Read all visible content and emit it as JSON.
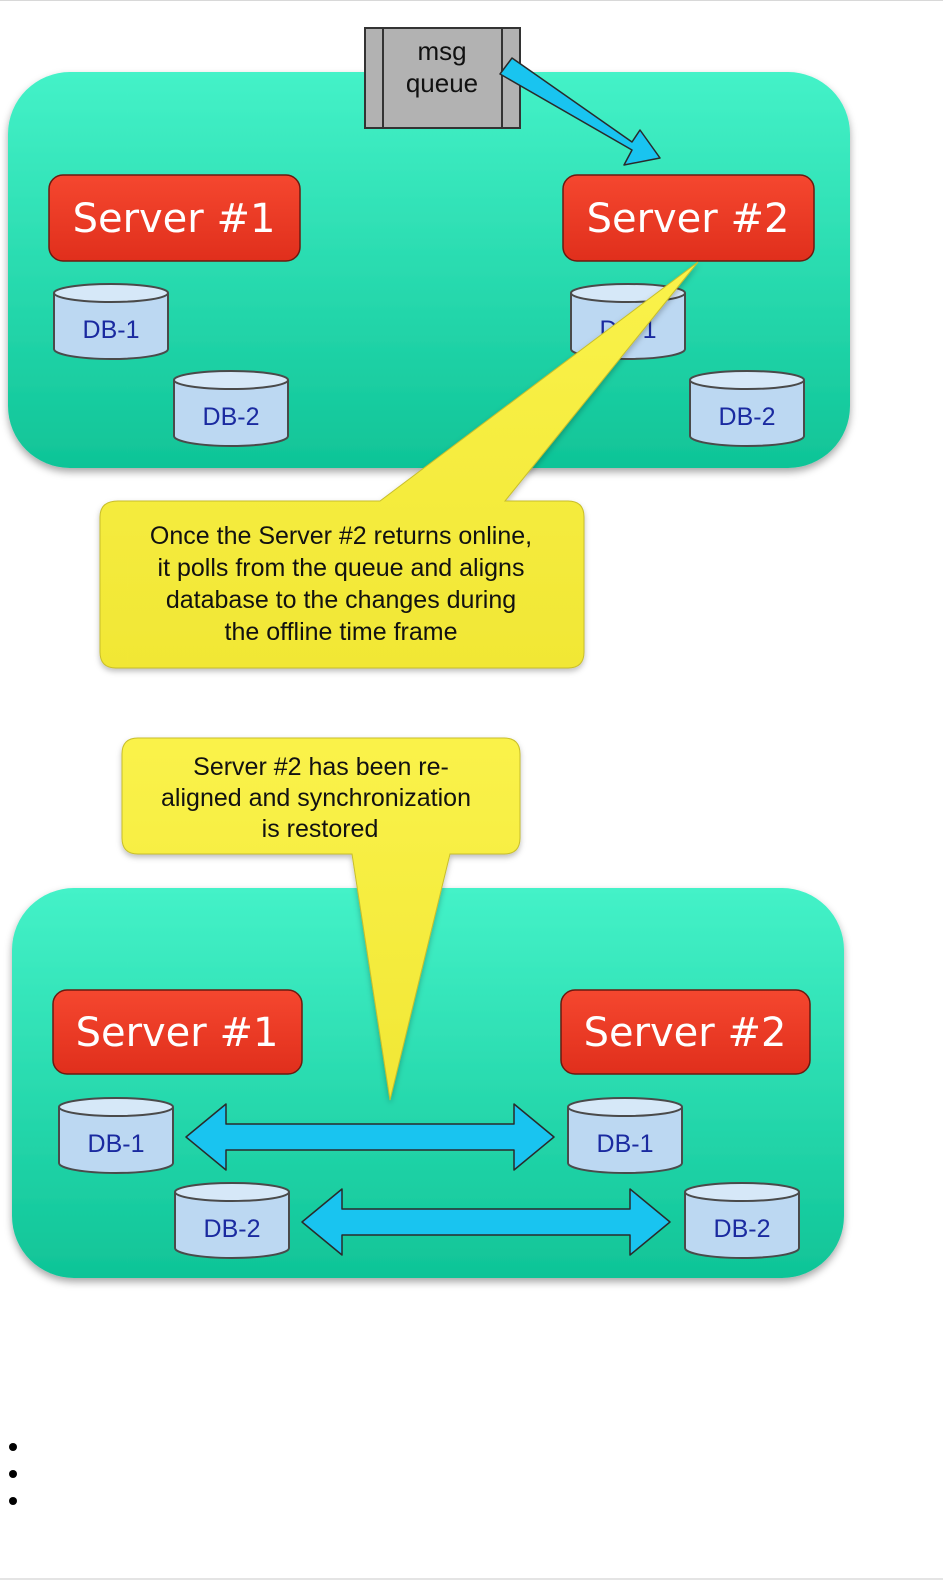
{
  "queue": {
    "line1": "msg",
    "line2": "queue"
  },
  "top_panel": {
    "server1": "Server #1",
    "server2": "Server #2",
    "server1_dbs": [
      "DB-1",
      "DB-2"
    ],
    "server2_dbs": [
      "DB-1",
      "DB-2"
    ]
  },
  "callout_top": {
    "lines": [
      "Once the Server #2 returns online,",
      "it polls from the queue and aligns",
      "database to the changes during",
      "the offline time frame"
    ]
  },
  "callout_bottom": {
    "lines": [
      "Server #2 has been re-",
      "aligned and synchronization",
      "is restored"
    ]
  },
  "bottom_panel": {
    "server1": "Server #1",
    "server2": "Server #2",
    "server1_dbs": [
      "DB-1",
      "DB-2"
    ],
    "server2_dbs": [
      "DB-1",
      "DB-2"
    ]
  },
  "bullets": [
    "",
    "",
    ""
  ],
  "colors": {
    "panel_top": "#3ff0c4",
    "panel_bottom": "#10c99a",
    "server": "#f03a25",
    "db": "#bcd8f2",
    "callout": "#f8f042",
    "arrow": "#19c4f0",
    "queue": "#b0b0b0"
  },
  "icons": {
    "db": "database-cylinder-icon",
    "arrow": "sync-double-arrow-icon",
    "queue": "message-queue-icon"
  }
}
